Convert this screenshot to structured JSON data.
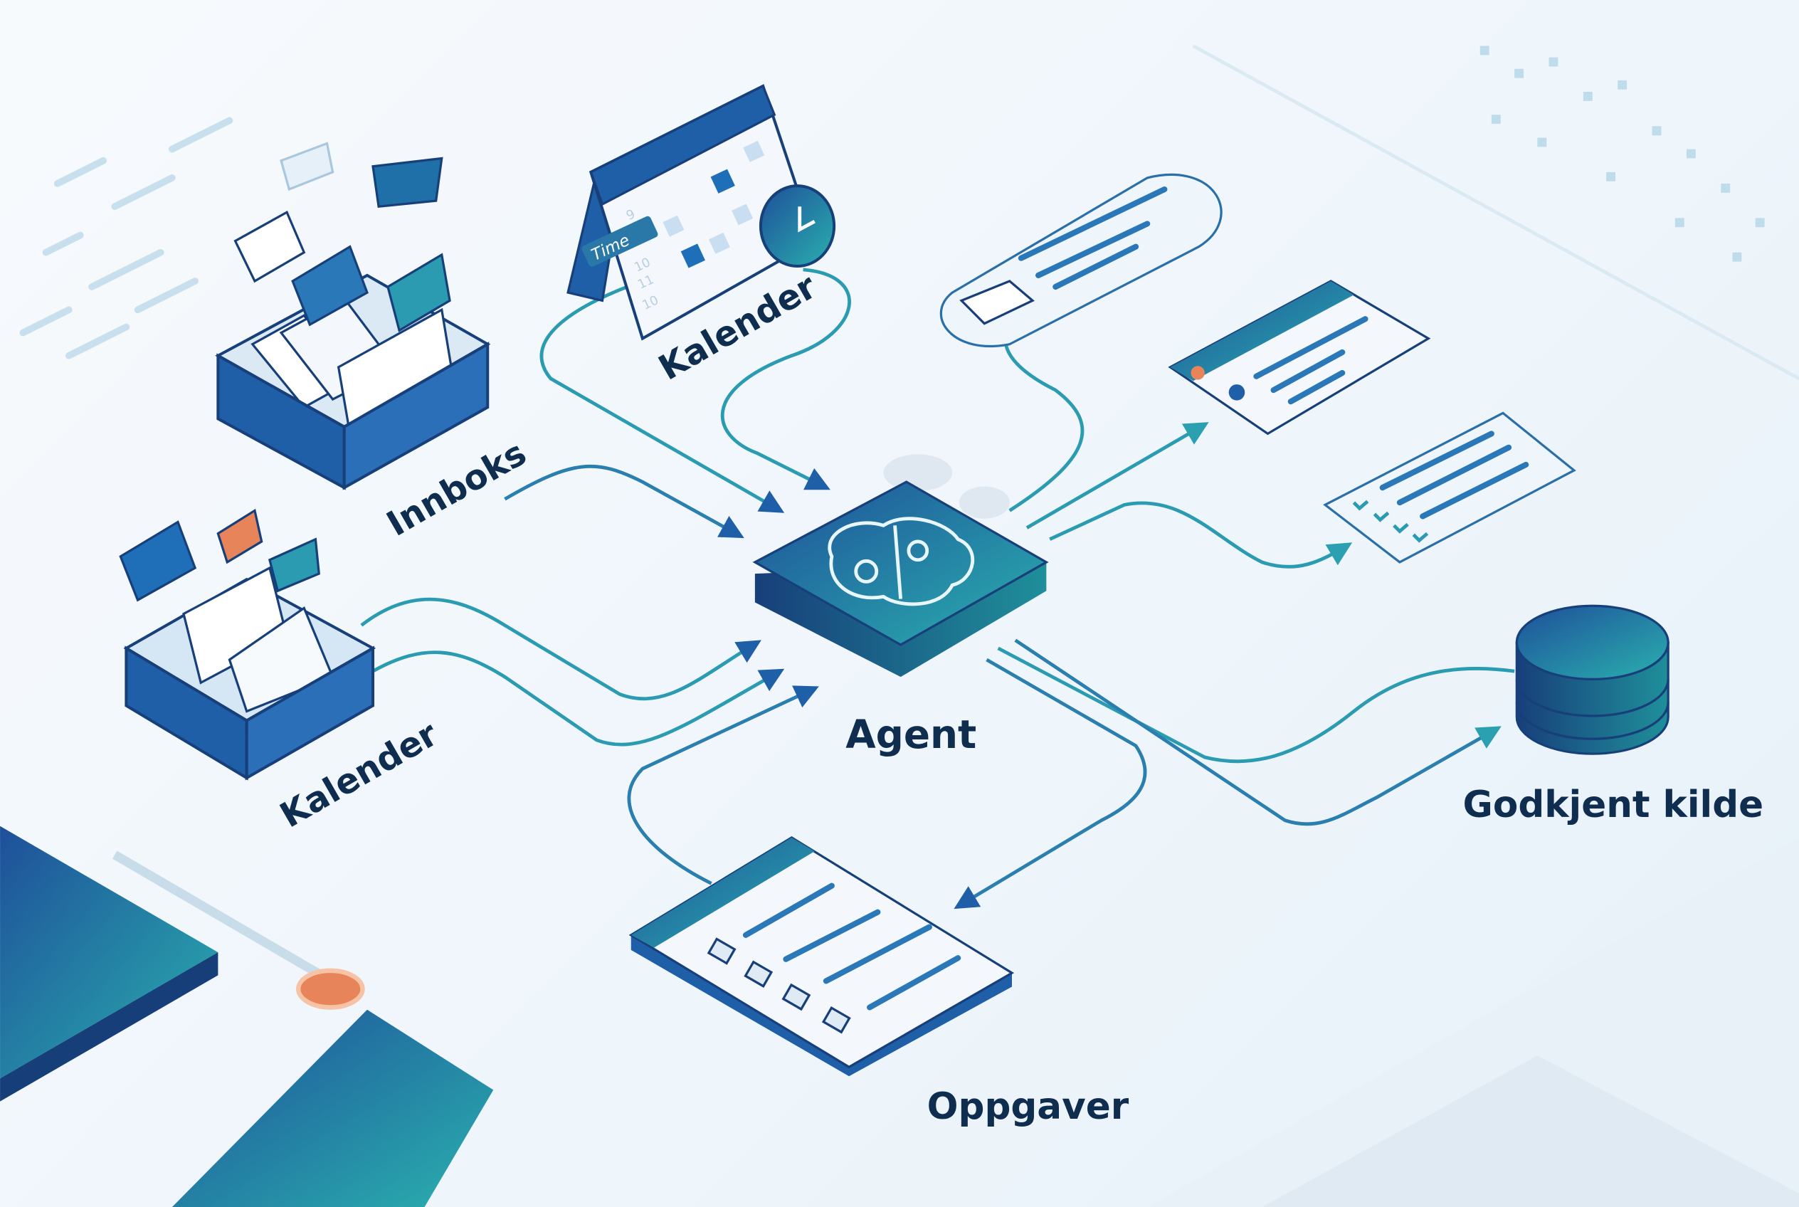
{
  "labels": {
    "inbox": "Innboks",
    "calendar_top": "Kalender",
    "calendar_left": "Kalender",
    "agent": "Agent",
    "approved_source": "Godkjent kilde",
    "tasks": "Oppgaver"
  },
  "calendar": {
    "time_tag": "Time",
    "hours": [
      "9",
      "10",
      "11",
      "10"
    ]
  },
  "colors": {
    "primary_blue": "#1f5fa8",
    "teal": "#2aa7b0",
    "dark_text": "#0f2d4f",
    "accent_orange": "#e8845a",
    "background": "#f4f8fc"
  },
  "icons": [
    "inbox-tray-icon",
    "envelope-icon",
    "calendar-icon",
    "clock-icon",
    "brain-gear-icon",
    "gear-icon",
    "database-icon",
    "checklist-icon",
    "message-card-icon",
    "window-card-icon"
  ]
}
